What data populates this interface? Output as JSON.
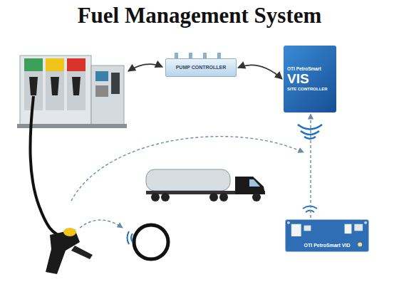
{
  "diagram": {
    "title": "Fuel Management System",
    "nodes": [
      {
        "text": [
          "PUMP CONTROLLER"
        ]
      },
      {
        "text": [
          "OTI PetroSmart",
          "VIS",
          "SITE CONTROLLER"
        ]
      },
      {
        "text": [
          "OTI PetroSmart VID"
        ]
      }
    ],
    "edges": [
      {
        "from": 0,
        "to": 1,
        "arrow": "both"
      },
      {
        "from": 2,
        "to": 1,
        "arrow": "to"
      }
    ]
  }
}
